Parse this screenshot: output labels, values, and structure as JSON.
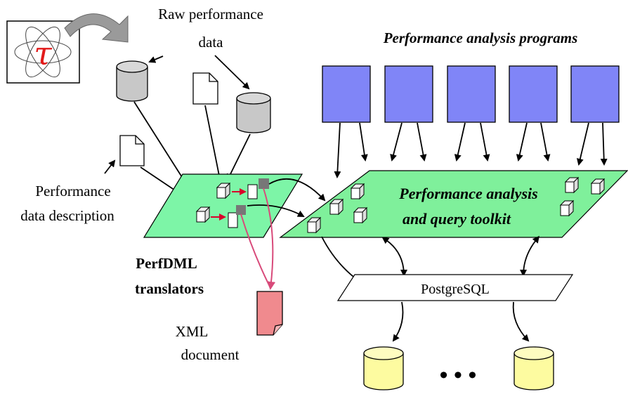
{
  "labels": {
    "raw_data_line1": "Raw performance",
    "raw_data_line2": "data",
    "analysis_programs": "Performance analysis programs",
    "perf_desc_line1": "Performance",
    "perf_desc_line2": "data description",
    "toolkit_line1": "Performance analysis",
    "toolkit_line2": "and query toolkit",
    "translators_line1": "PerfDML",
    "translators_line2": "translators",
    "database": "PostgreSQL",
    "xml_line1": "XML",
    "xml_line2": "document",
    "ellipsis": "• • •"
  },
  "icons": {
    "logo": "tau-logo-icon",
    "programs": "program-box-icon",
    "database": "database-cylinder-icon",
    "document": "document-page-icon",
    "module": "cube-module-icon"
  },
  "colors": {
    "program_fill": "#8085f7",
    "toolkit_fill": "#7ff09b",
    "translators_fill": "#7df5a7",
    "db_gray": "#c8c8c8",
    "db_yellow": "#fdfba0",
    "xml_doc": "#f08a8e",
    "arrow_red": "#d9002a",
    "arrow_pink": "#d84a7a",
    "logo_red": "#e21a1a"
  }
}
